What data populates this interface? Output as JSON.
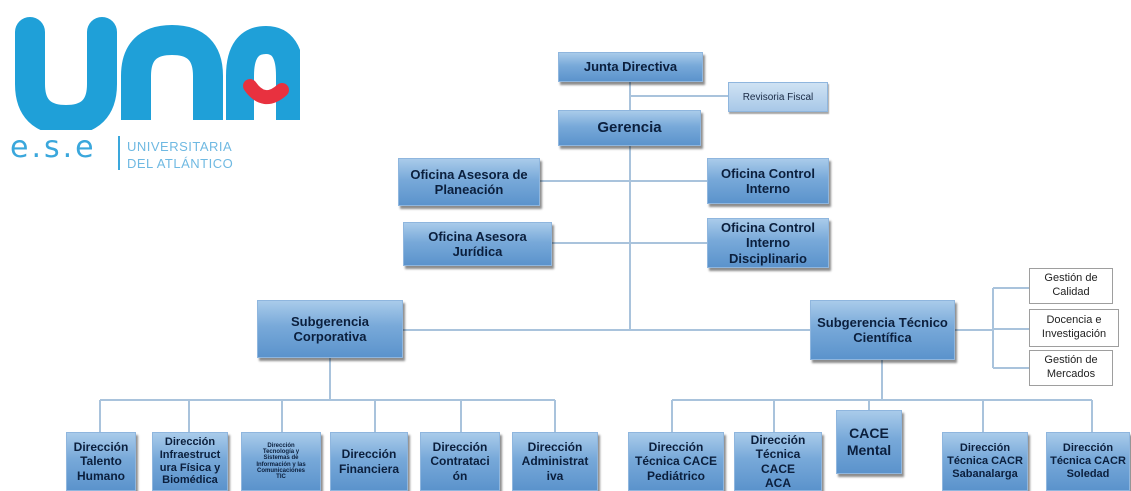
{
  "logo": {
    "mark": "UNA",
    "ese": "e.s.e",
    "line1": "UNIVERSITARIA",
    "line2": "DEL ATLÁNTICO",
    "colors": {
      "primary": "#1fa0d8",
      "accent": "#e8313f"
    }
  },
  "org": {
    "junta": "Junta Directiva",
    "revisoria": "Revisoria Fiscal",
    "gerencia": "Gerencia",
    "planeacion": "Oficina Asesora de\nPlaneación",
    "juridica": "Oficina Asesora\nJurídica",
    "control_interno": "Oficina Control\nInterno",
    "control_disciplinario": "Oficina Control\nInterno\nDisciplinario",
    "sub_corporativa": "Subgerencia\nCorporativa",
    "sub_tecnica": "Subgerencia Técnico\nCientífica",
    "calidad": "Gestión de\nCalidad",
    "docencia": "Docencia e\nInvestigación",
    "mercados": "Gestión de\nMercados",
    "talento": "Dirección\nTalento\nHumano",
    "infraestructura": "Dirección\nInfraestruct\nura Física y\nBiomédica",
    "tecnologia": "Dirección\nTecnología y\nSistemas de\nInformación y las\nComunicaciones\nTIC",
    "financiera": "Dirección\nFinanciera",
    "contratacion": "Dirección\nContrataci\nón",
    "administrativa": "Dirección\nAdministrat\niva",
    "pediatrico": "Dirección\nTécnica CACE\nPediátrico",
    "aca": "Dirección\nTécnica CACE\nACA",
    "mental": "CACE\nMental",
    "sabanalarga": "Dirección\nTécnica CACR\nSabanalarga",
    "soledad": "Dirección\nTécnica CACR\nSoledad"
  }
}
